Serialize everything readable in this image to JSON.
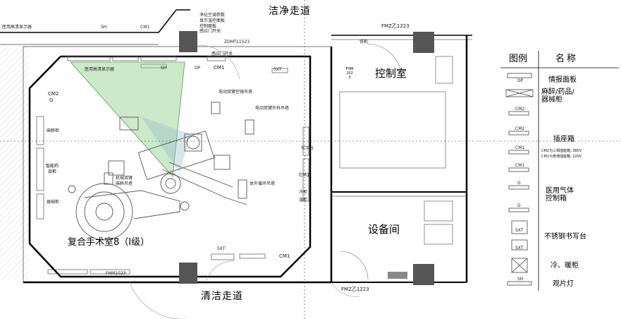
{
  "corridors": {
    "clean_top": "洁净走道",
    "clean_bottom": "清洁走道"
  },
  "rooms": {
    "operating": "复合手术室8（I级）",
    "control": "控制室",
    "equipment": "设备间"
  },
  "door_labels": {
    "zdmtl": "ZDMTL1523",
    "fmz_top": "FMZ乙1223",
    "fmz_bottom": "FMZ乙1223",
    "fhm": "FHM1023",
    "fhm_side": "FHM1023"
  },
  "top_notes": {
    "purify": "净化空调参数",
    "display": "显示温控面板",
    "heat_switch": "感应门开关",
    "sensor": "感应门开关",
    "panel_code": "控制面板",
    "sh_top": "SH",
    "cm1_top": "CM1",
    "corner_left": "医用高清显示器",
    "box_label": "铁柜"
  },
  "equipment": {
    "monitor_display": "医用高清显示器",
    "sh1": "SH",
    "dp": "DP",
    "cm1_a": "CM1",
    "sxt_top": "SXT",
    "arm_monitor": "电动双臂控镜吊塔",
    "arm_surgery": "电动双臂外科吊塔",
    "mech_arm": "机械双臂",
    "anes_tower": "麻醉吊塔",
    "ecmo_tower": "体外循环吊塔",
    "cm2": "CM2",
    "g": "G",
    "anes_cabinet": "麻醉柜",
    "smart_drug": "智能药品柜",
    "instrument_cabinet": "器械柜",
    "cm1_right": "CM1",
    "cold_cabinet": "冷柜",
    "warm_cabinet": "温柜",
    "writing": "写字台",
    "sxt_bottom": "SXT",
    "cm1_bottom": "CM1"
  },
  "legend": {
    "header_icon": "图例",
    "header_name": "名称",
    "rows": [
      {
        "name": "情报面板",
        "icon": "DP"
      },
      {
        "name": "麻醉/药品/器械柜",
        "icon": "cabinet-x"
      },
      {
        "name": "",
        "icon": "CM2"
      },
      {
        "name": "插座箱",
        "icon": "CM2"
      },
      {
        "name": "",
        "icon": "CM1"
      },
      {
        "name": "",
        "icon": "CM1"
      },
      {
        "name": "医用气体控制箱",
        "icon": "G"
      },
      {
        "name": "",
        "icon": "G"
      },
      {
        "name": "不锈钢书写台",
        "icon": "SXT"
      },
      {
        "name": "",
        "icon": "SXT"
      },
      {
        "name": "冷、暖柜",
        "icon": "box-x"
      },
      {
        "name": "观片灯",
        "icon": "SH"
      }
    ],
    "note_line1": "CM2为三相插座箱, 380V",
    "note_line2": "CM1为普通插座箱, 220V"
  }
}
